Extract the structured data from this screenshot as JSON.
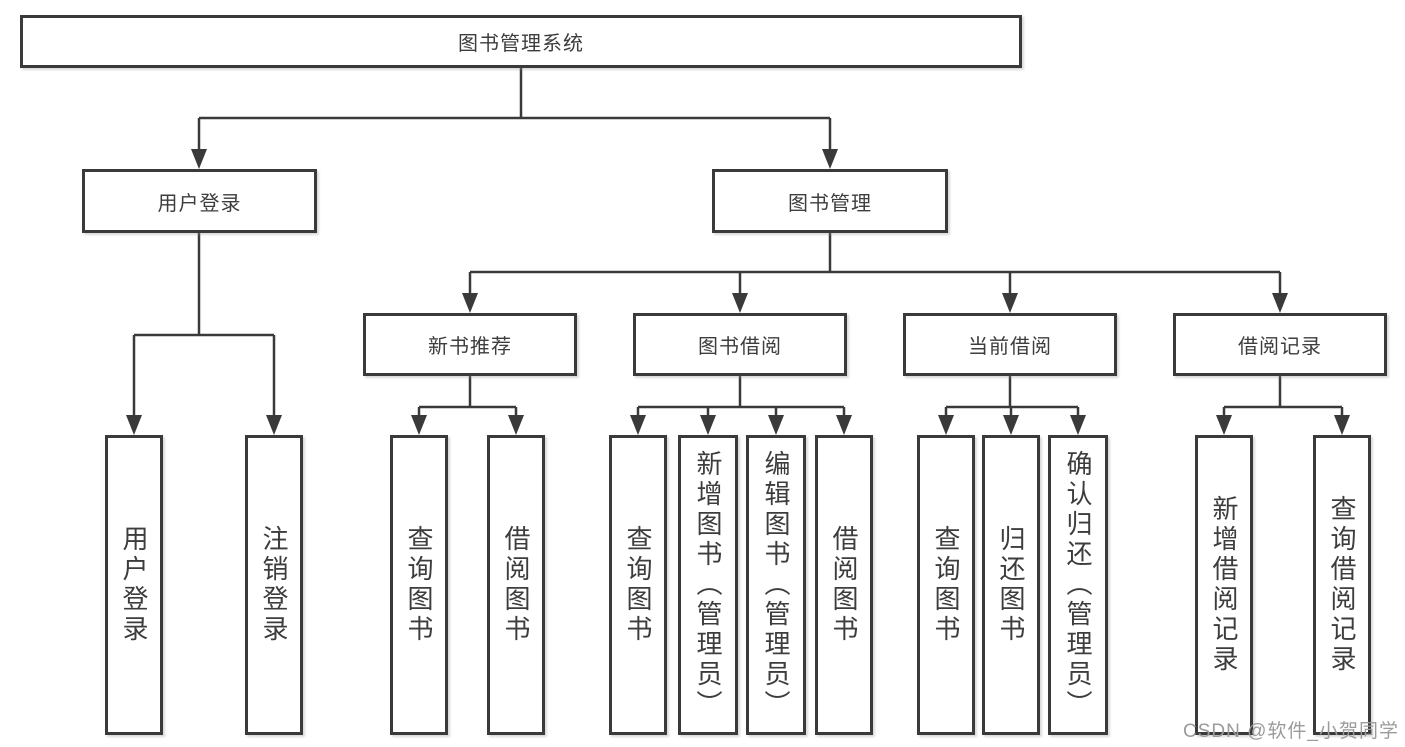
{
  "root": {
    "label": "图书管理系统"
  },
  "level2": {
    "user_login": "用户登录",
    "book_management": "图书管理"
  },
  "level3": {
    "new_book_recommend": "新书推荐",
    "book_borrow": "图书借阅",
    "current_borrow": "当前借阅",
    "borrow_records": "借阅记录"
  },
  "leaves": {
    "user_login": [
      "用户登录",
      "注销登录"
    ],
    "new_book_recommend": [
      "查询图书",
      "借阅图书"
    ],
    "book_borrow": [
      "查询图书",
      "新增图书（管理员）",
      "编辑图书（管理员）",
      "借阅图书"
    ],
    "current_borrow": [
      "查询图书",
      "归还图书",
      "确认归还（管理员）"
    ],
    "borrow_records": [
      "新增借阅记录",
      "查询借阅记录"
    ]
  },
  "watermark": "CSDN @软件_小贺同学",
  "colors": {
    "line": "#3a3a3a",
    "text": "#3d3d3d",
    "watermark": "#9b9b9b",
    "background": "#ffffff"
  }
}
